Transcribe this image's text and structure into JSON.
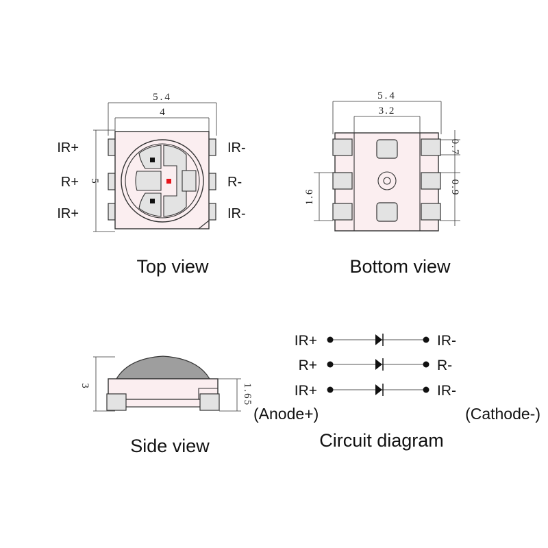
{
  "top_view": {
    "caption": "Top view",
    "width_dim": "5.4",
    "inner_width_dim": "4",
    "height_dim": "5",
    "pins_left": [
      "IR+",
      "R+",
      "IR+"
    ],
    "pins_right": [
      "IR-",
      "R-",
      "IR-"
    ]
  },
  "bottom_view": {
    "caption": "Bottom view",
    "width_dim": "5.4",
    "inner_width_dim": "3.2",
    "pad_dim": "0.7",
    "pitch_dim": "0.9",
    "left_dim": "1.6"
  },
  "side_view": {
    "caption": "Side view",
    "height_dim": "3",
    "body_dim": "1.65"
  },
  "circuit": {
    "caption": "Circuit diagram",
    "rows": [
      {
        "left": "IR+",
        "right": "IR-"
      },
      {
        "left": "R+",
        "right": "R-"
      },
      {
        "left": "IR+",
        "right": "IR-"
      }
    ],
    "anode_label": "(Anode+)",
    "cathode_label": "(Cathode-)"
  },
  "colors": {
    "body": "#fbeef0",
    "pad": "#e3e3e3",
    "lens": "#9e9e9e",
    "red_chip": "#e8141b",
    "line": "#333333"
  }
}
